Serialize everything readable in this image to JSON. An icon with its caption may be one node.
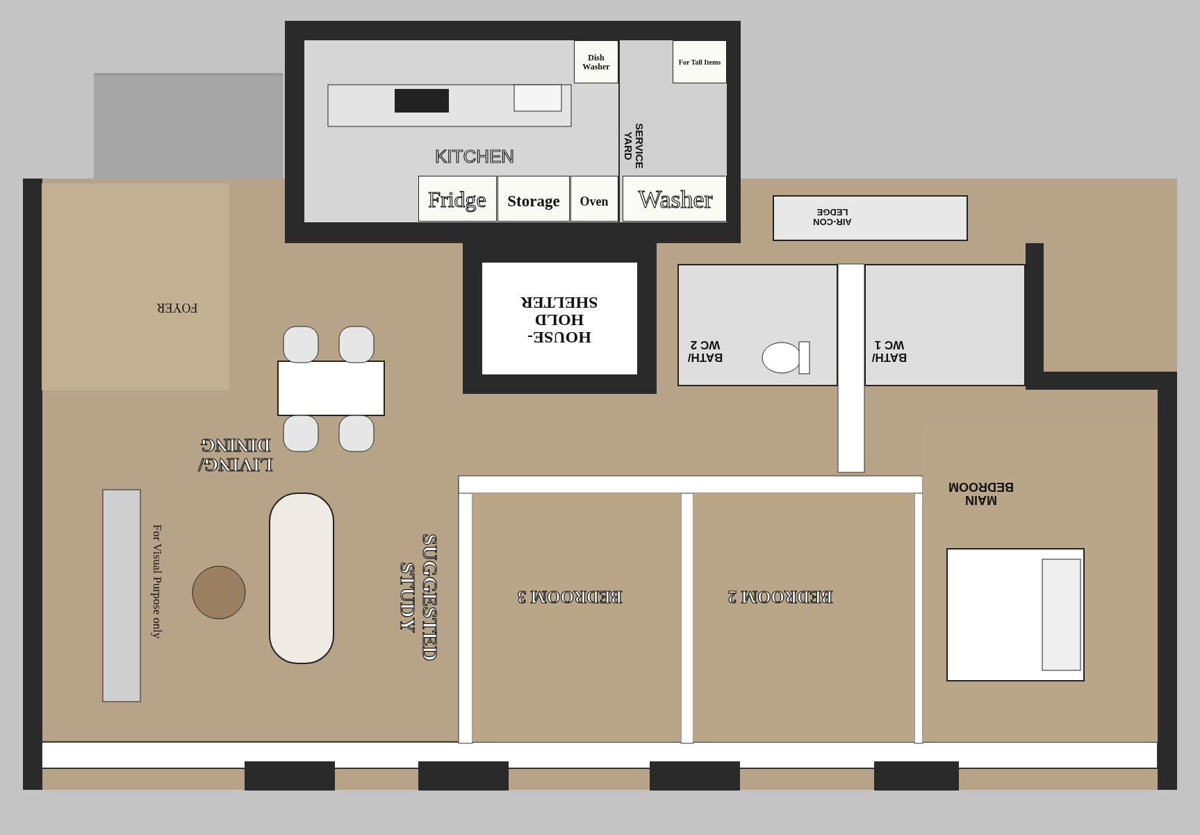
{
  "diagram": {
    "nodes": [
      {
        "text": [
          "KITCHEN"
        ]
      },
      {
        "text": [
          "Dish Washer"
        ],
        "in": 0
      },
      {
        "text": [
          "Fridge"
        ],
        "in": 0
      },
      {
        "text": [
          "Storage"
        ],
        "in": 0
      },
      {
        "text": [
          "Oven"
        ],
        "in": 0
      },
      {
        "text": [
          "SERVICE YARD"
        ]
      },
      {
        "text": [
          "For Tall Items"
        ],
        "in": 5
      },
      {
        "text": [
          "Washer"
        ],
        "in": 5
      },
      {
        "text": [
          "HOUSE- HOLD SHELTER"
        ]
      },
      {
        "text": [
          "BATH/ WC 2"
        ]
      },
      {
        "text": [
          "BATH/ WC 1"
        ]
      },
      {
        "text": [
          "AIR-CON LEDGE"
        ]
      },
      {
        "text": [
          "FOYER"
        ]
      },
      {
        "text": [
          "LIVING/ DINING"
        ]
      },
      {
        "text": [
          "BEDROOM 3"
        ]
      },
      {
        "text": [
          "BEDROOM 2"
        ]
      },
      {
        "text": [
          "MAIN BEDROOM"
        ]
      }
    ],
    "labels": [
      "SUGGESTED STUDY",
      "For Visual Purpose only"
    ]
  }
}
